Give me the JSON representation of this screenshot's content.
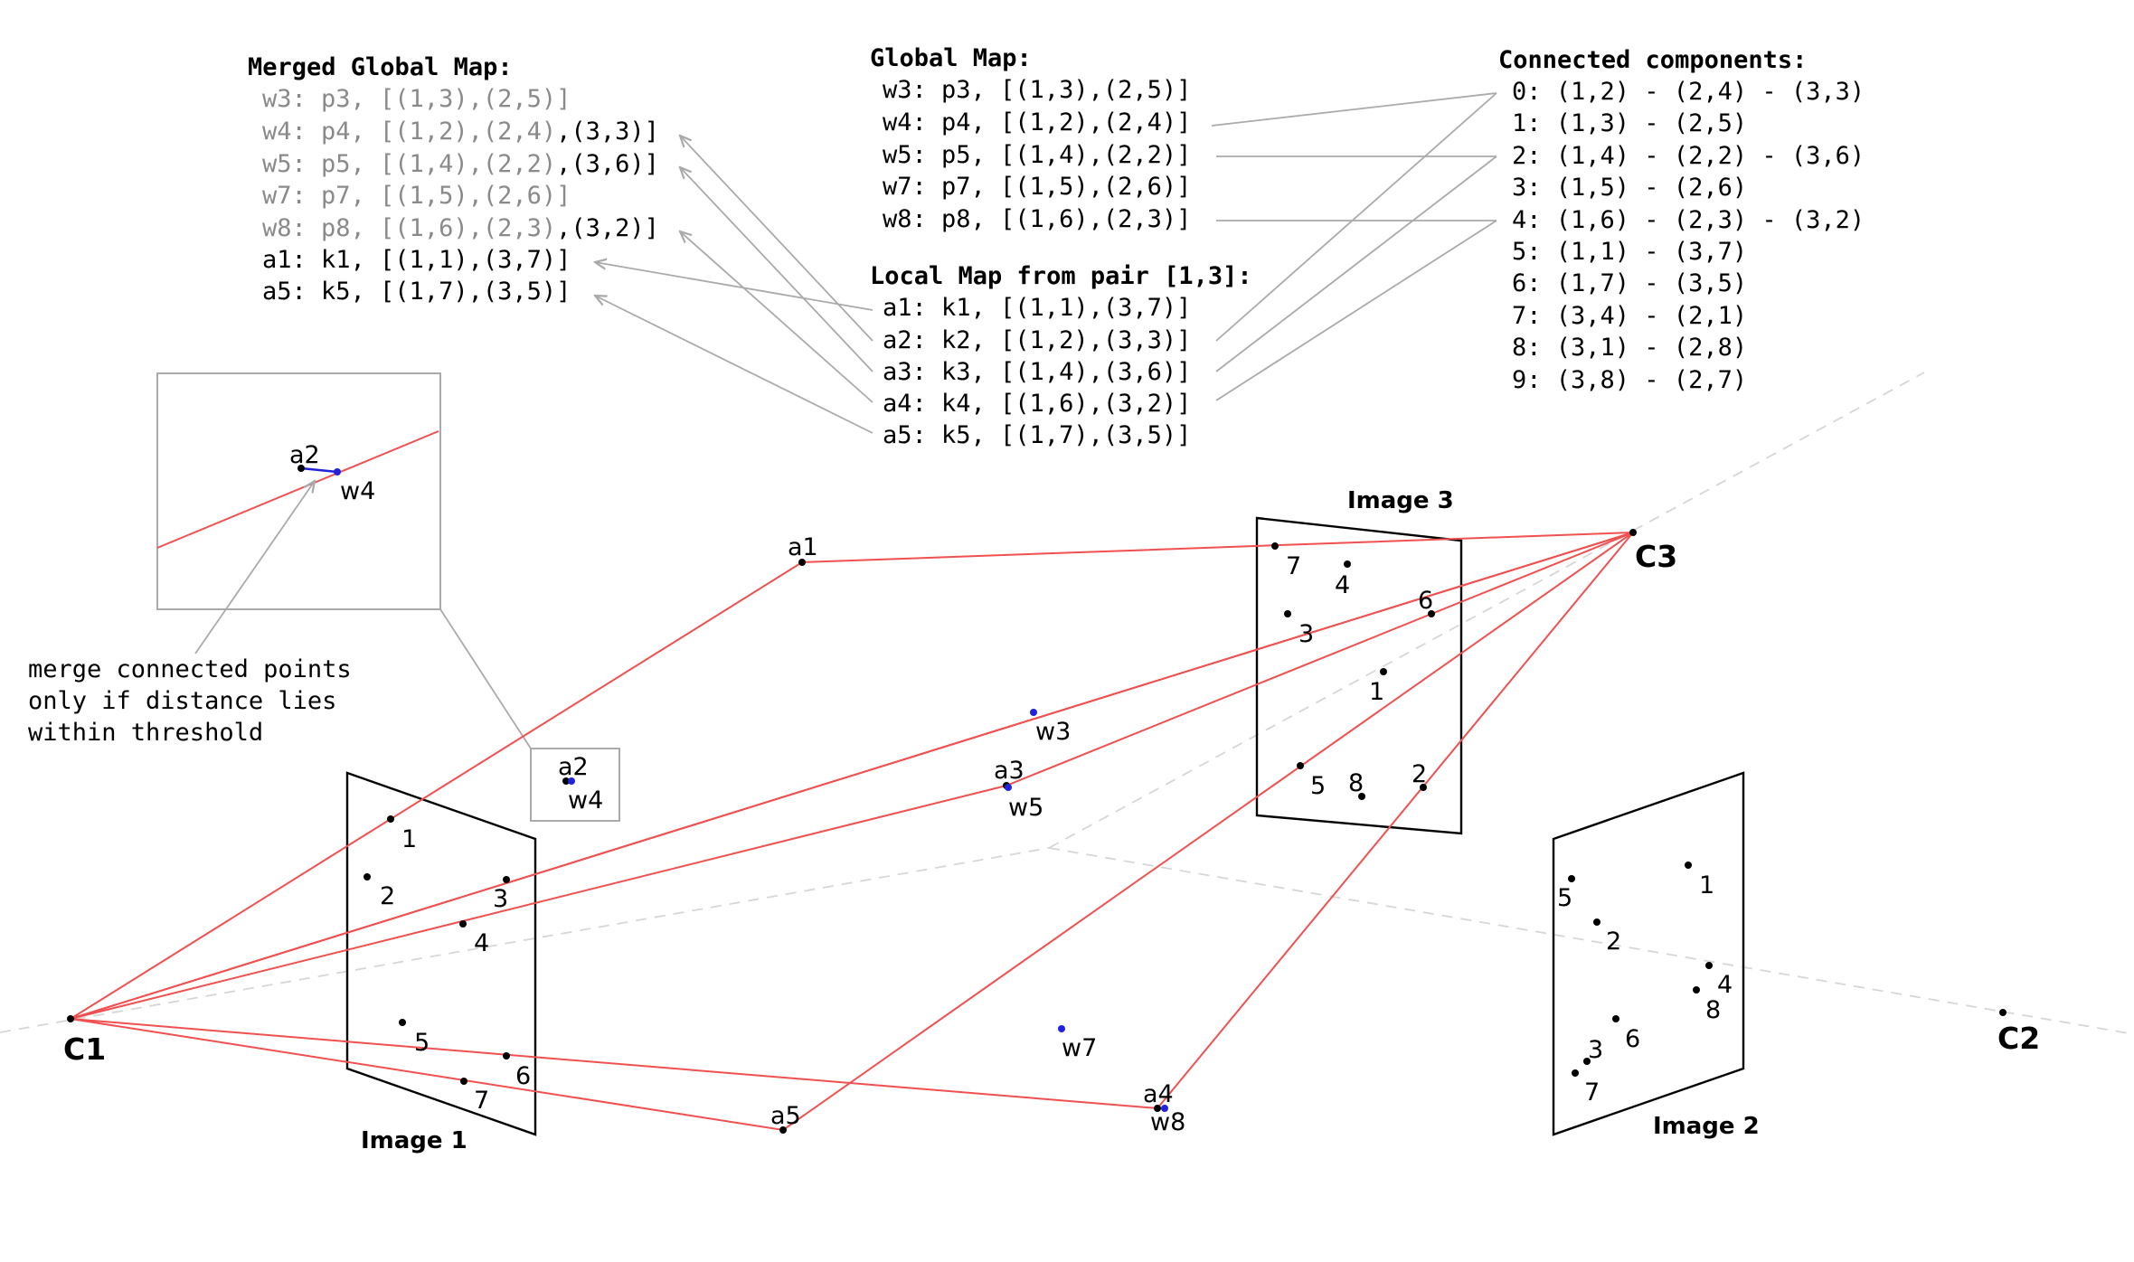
{
  "merged_global_map": {
    "title": "Merged Global Map:",
    "rows": [
      {
        "prefix": "w3: p3, [(1,3),(2,5)]",
        "suffix": ""
      },
      {
        "prefix": "w4: p4, [(1,2),(2,4)",
        "suffix": ",(3,3)]"
      },
      {
        "prefix": "w5: p5, [(1,4),(2,2)",
        "suffix": ",(3,6)]"
      },
      {
        "prefix": "w7: p7, [(1,5),(2,6)]",
        "suffix": ""
      },
      {
        "prefix": "w8: p8, [(1,6),(2,3)",
        "suffix": ",(3,2)]"
      },
      {
        "prefix": "a1: k1, [(1,1),(3,7)]",
        "suffix": ""
      },
      {
        "prefix": "a5: k5, [(1,7),(3,5)]",
        "suffix": ""
      }
    ]
  },
  "global_map": {
    "title": "Global Map:",
    "rows": [
      "w3: p3, [(1,3),(2,5)]",
      "w4: p4, [(1,2),(2,4)]",
      "w5: p5, [(1,4),(2,2)]",
      "w7: p7, [(1,5),(2,6)]",
      "w8: p8, [(1,6),(2,3)]"
    ]
  },
  "local_map": {
    "title": "Local Map from pair [1,3]:",
    "rows": [
      "a1: k1, [(1,1),(3,7)]",
      "a2: k2, [(1,2),(3,3)]",
      "a3: k3, [(1,4),(3,6)]",
      "a4: k4, [(1,6),(3,2)]",
      "a5: k5, [(1,7),(3,5)]"
    ]
  },
  "connected_components": {
    "title": "Connected components:",
    "rows": [
      "0: (1,2) - (2,4) - (3,3)",
      "1: (1,3) - (2,5)",
      "2: (1,4) - (2,2) - (3,6)",
      "3: (1,5) - (2,6)",
      "4: (1,6) - (2,3) - (3,2)",
      "5: (1,1) - (3,7)",
      "6: (1,7) - (3,5)",
      "7: (3,4) - (2,1)",
      "8: (3,1) - (2,8)",
      "9: (3,8) - (2,7)"
    ]
  },
  "note": {
    "lines": [
      "merge connected points",
      "only if distance lies",
      "within threshold"
    ]
  },
  "cameras": {
    "c1": "C1",
    "c2": "C2",
    "c3": "C3"
  },
  "images": {
    "image1": "Image 1",
    "image2": "Image 2",
    "image3": "Image 3"
  },
  "image1_points": [
    "1",
    "2",
    "3",
    "4",
    "5",
    "6",
    "7"
  ],
  "image2_points": [
    "1",
    "2",
    "3",
    "4",
    "5",
    "6",
    "7",
    "8"
  ],
  "image3_points": [
    "1",
    "2",
    "3",
    "4",
    "5",
    "6",
    "7",
    "8"
  ],
  "local_points": {
    "a1": "a1",
    "a2": "a2",
    "a3": "a3",
    "a4": "a4",
    "a5": "a5"
  },
  "world_points": {
    "w3": "w3",
    "w4": "w4",
    "w5": "w5",
    "w7": "w7",
    "w8": "w8"
  },
  "zoom": {
    "a2": "a2",
    "w4": "w4"
  },
  "colors": {
    "ray": "#f05050",
    "world_point": "#2222dd",
    "arrow": "#aaaaaa",
    "grayed_text": "#8a8a8a",
    "dashed": "#d6d6d6"
  }
}
